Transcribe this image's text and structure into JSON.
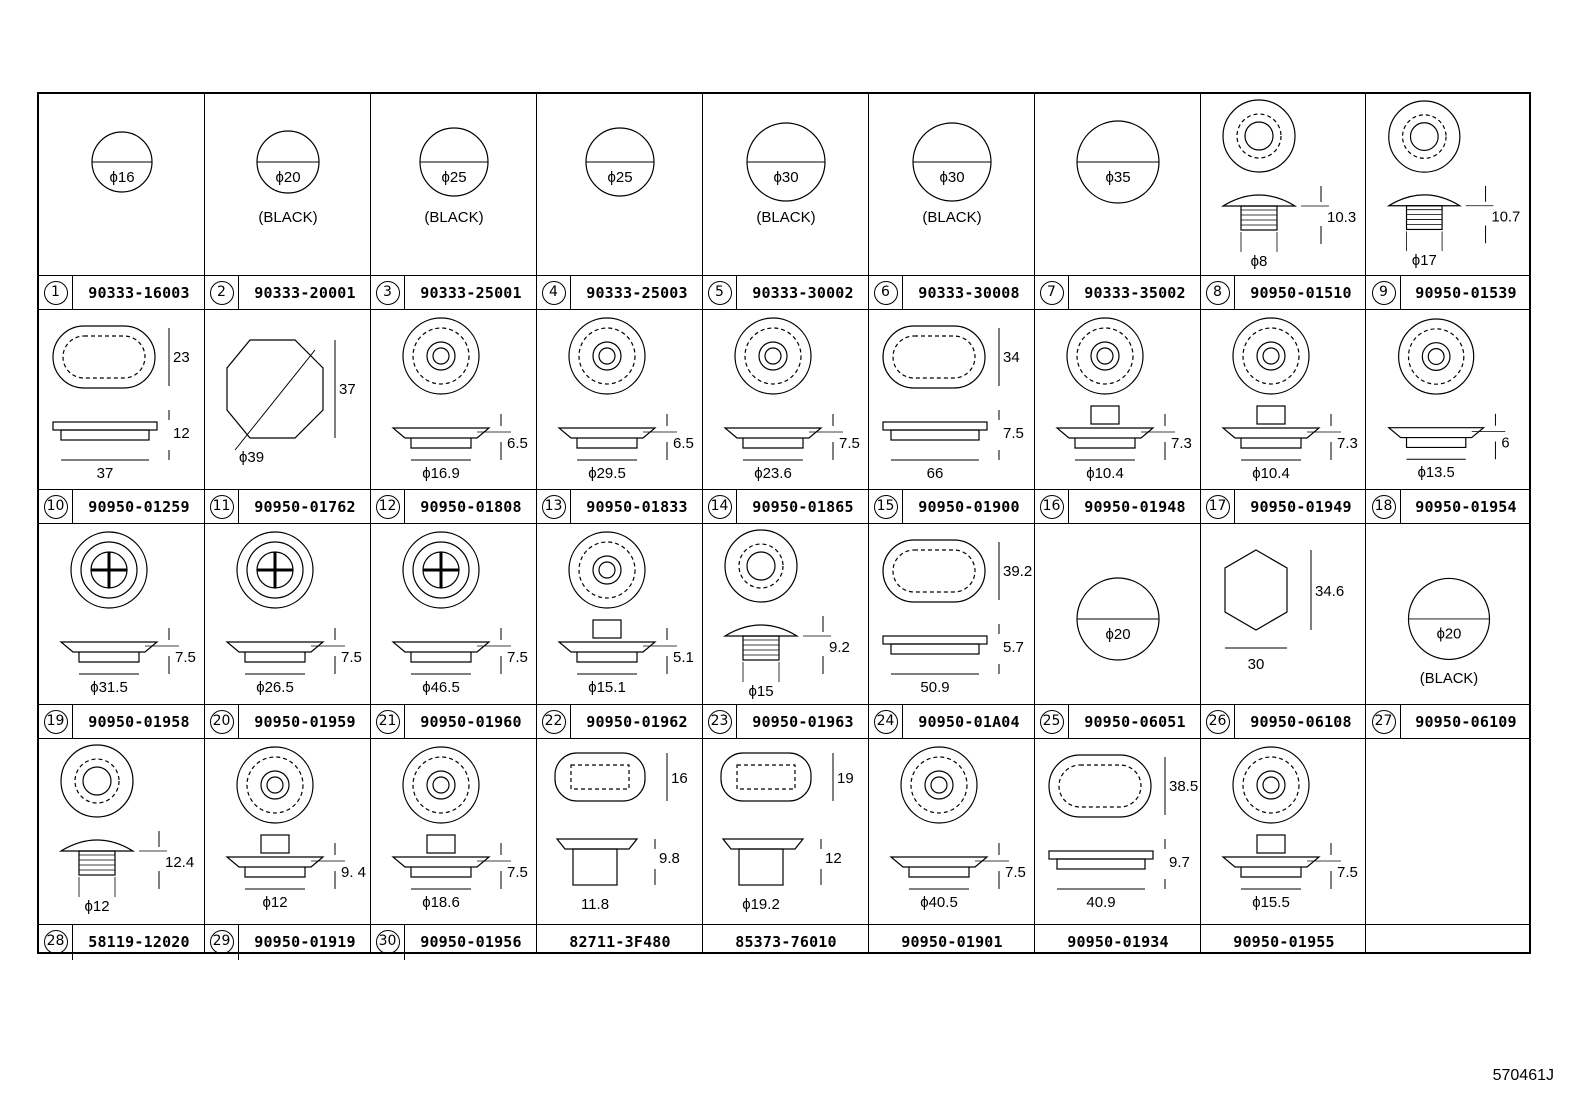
{
  "figure_code": "570461J",
  "rows": [
    [
      {
        "num": "1",
        "part": "90333-16003",
        "dims": [
          "ϕ16"
        ],
        "type": "plug",
        "note": ""
      },
      {
        "num": "2",
        "part": "90333-20001",
        "dims": [
          "ϕ20"
        ],
        "type": "plug",
        "note": "(BLACK)"
      },
      {
        "num": "3",
        "part": "90333-25001",
        "dims": [
          "ϕ25"
        ],
        "type": "plug",
        "note": "(BLACK)"
      },
      {
        "num": "4",
        "part": "90333-25003",
        "dims": [
          "ϕ25"
        ],
        "type": "plug",
        "note": ""
      },
      {
        "num": "5",
        "part": "90333-30002",
        "dims": [
          "ϕ30"
        ],
        "type": "plug",
        "note": "(BLACK)"
      },
      {
        "num": "6",
        "part": "90333-30008",
        "dims": [
          "ϕ30"
        ],
        "type": "plug",
        "note": "(BLACK)"
      },
      {
        "num": "7",
        "part": "90333-35002",
        "dims": [
          "ϕ35"
        ],
        "type": "plug",
        "note": ""
      },
      {
        "num": "8",
        "part": "90950-01510",
        "dims": [
          "10.3",
          "ϕ8"
        ],
        "type": "domeplug",
        "note": ""
      },
      {
        "num": "9",
        "part": "90950-01539",
        "dims": [
          "10.7",
          "ϕ17"
        ],
        "type": "flatplug",
        "note": ""
      }
    ],
    [
      {
        "num": "10",
        "part": "90950-01259",
        "dims": [
          "23",
          "12",
          "37"
        ],
        "type": "oval",
        "note": ""
      },
      {
        "num": "11",
        "part": "90950-01762",
        "dims": [
          "37",
          "ϕ39"
        ],
        "type": "octclip",
        "note": ""
      },
      {
        "num": "12",
        "part": "90950-01808",
        "dims": [
          "6.5",
          "ϕ16.9"
        ],
        "type": "grommet",
        "note": ""
      },
      {
        "num": "13",
        "part": "90950-01833",
        "dims": [
          "6.5",
          "ϕ29.5"
        ],
        "type": "grommet",
        "note": ""
      },
      {
        "num": "14",
        "part": "90950-01865",
        "dims": [
          "7.5",
          "ϕ23.6"
        ],
        "type": "grommet",
        "note": ""
      },
      {
        "num": "15",
        "part": "90950-01900",
        "dims": [
          "34",
          "7.5",
          "66"
        ],
        "type": "oval",
        "note": ""
      },
      {
        "num": "16",
        "part": "90950-01948",
        "dims": [
          "7.3",
          "ϕ10.4"
        ],
        "type": "capgrommet",
        "note": ""
      },
      {
        "num": "17",
        "part": "90950-01949",
        "dims": [
          "7.3",
          "ϕ10.4"
        ],
        "type": "capgrommet",
        "note": ""
      },
      {
        "num": "18",
        "part": "90950-01954",
        "dims": [
          "6",
          "ϕ13.5"
        ],
        "type": "grommet",
        "note": ""
      }
    ],
    [
      {
        "num": "19",
        "part": "90950-01958",
        "dims": [
          "7.5",
          "ϕ31.5"
        ],
        "type": "cross",
        "note": ""
      },
      {
        "num": "20",
        "part": "90950-01959",
        "dims": [
          "7.5",
          "ϕ26.5"
        ],
        "type": "cross",
        "note": ""
      },
      {
        "num": "21",
        "part": "90950-01960",
        "dims": [
          "7.5",
          "ϕ46.5"
        ],
        "type": "cross",
        "note": ""
      },
      {
        "num": "22",
        "part": "90950-01962",
        "dims": [
          "5.1",
          "ϕ15.1"
        ],
        "type": "capgrommet",
        "note": ""
      },
      {
        "num": "23",
        "part": "90950-01963",
        "dims": [
          "9.2",
          "ϕ15"
        ],
        "type": "domeplug",
        "note": ""
      },
      {
        "num": "24",
        "part": "90950-01A04",
        "dims": [
          "39.2",
          "5.7",
          "50.9"
        ],
        "type": "oval",
        "note": ""
      },
      {
        "num": "25",
        "part": "90950-06051",
        "dims": [
          "ϕ20"
        ],
        "type": "plug",
        "note": ""
      },
      {
        "num": "26",
        "part": "90950-06108",
        "dims": [
          "34.6",
          "30"
        ],
        "type": "hex",
        "note": ""
      },
      {
        "num": "27",
        "part": "90950-06109",
        "dims": [
          "ϕ20"
        ],
        "type": "plug",
        "note": "(BLACK)"
      }
    ],
    [
      {
        "num": "28",
        "part": "58119-12020",
        "dims": [
          "12.4",
          "ϕ12"
        ],
        "type": "domeplug",
        "note": ""
      },
      {
        "num": "29",
        "part": "90950-01919",
        "dims": [
          "9. 4",
          "ϕ12"
        ],
        "type": "capgrommet",
        "note": ""
      },
      {
        "num": "30",
        "part": "90950-01956",
        "dims": [
          "7.5",
          "ϕ18.6"
        ],
        "type": "capgrommet",
        "note": ""
      },
      {
        "num": "",
        "part": "82711-3F480",
        "dims": [
          "16",
          "9.8",
          "11.8"
        ],
        "type": "clip",
        "note": ""
      },
      {
        "num": "",
        "part": "85373-76010",
        "dims": [
          "19",
          "12",
          "ϕ19.2"
        ],
        "type": "clip2",
        "note": ""
      },
      {
        "num": "",
        "part": "90950-01901",
        "dims": [
          "7.5",
          "ϕ40.5"
        ],
        "type": "grommet",
        "note": ""
      },
      {
        "num": "",
        "part": "90950-01934",
        "dims": [
          "38.5",
          "9.7",
          "40.9"
        ],
        "type": "oval",
        "note": ""
      },
      {
        "num": "",
        "part": "90950-01955",
        "dims": [
          "7.5",
          "ϕ15.5"
        ],
        "type": "capgrommet",
        "note": ""
      },
      {
        "num": "",
        "part": "",
        "dims": [],
        "type": "empty",
        "note": ""
      }
    ]
  ]
}
